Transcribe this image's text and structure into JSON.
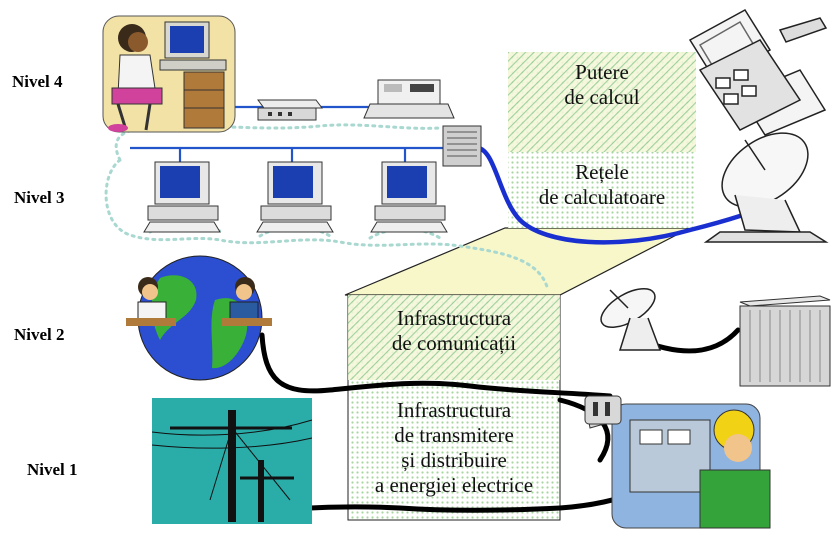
{
  "levels": {
    "n4": "Nivel 4",
    "n3": "Nivel 3",
    "n2": "Nivel 2",
    "n1": "Nivel 1"
  },
  "boxes": {
    "putere_line1": "Putere",
    "putere_line2": "de calcul",
    "retele_line1": "Rețele",
    "retele_line2": "de calculatoare",
    "comm_line1": "Infrastructura",
    "comm_line2": "de comunicații",
    "energy_line1": "Infrastructura",
    "energy_line2": "de transmitere",
    "energy_line3": "și distribuire",
    "energy_line4": "a energiei electrice"
  },
  "colors": {
    "cable": "#000000",
    "network_line": "#2255cc",
    "blue_cable": "#1a2fd0",
    "dotted": "#a8d8d0",
    "hatch": "#9ccc9c",
    "box_fill": "#f7f7c9",
    "sky": "#2aaca9"
  }
}
